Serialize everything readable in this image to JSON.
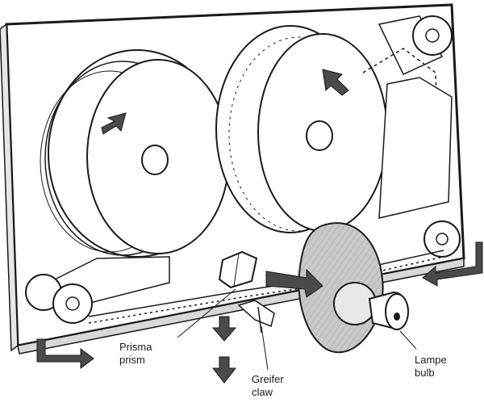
{
  "labels": {
    "prism": {
      "german": "Prisma",
      "english": "prism"
    },
    "claw": {
      "german": "Greifer",
      "english": "claw"
    },
    "bulb": {
      "german": "Lampe",
      "english": "bulb"
    }
  },
  "icons": {
    "reel_left": "film-reel-icon",
    "reel_right": "film-reel-icon",
    "lamp": "light-bulb-icon",
    "prism": "prism-icon",
    "claw": "claw-icon"
  },
  "colors": {
    "line": "#1a1a1a",
    "light_beam": "#b8b8b8",
    "reflector_fill": "#c9c9c9",
    "arrow_fill": "#4a4a4a",
    "paper": "#ffffff"
  }
}
